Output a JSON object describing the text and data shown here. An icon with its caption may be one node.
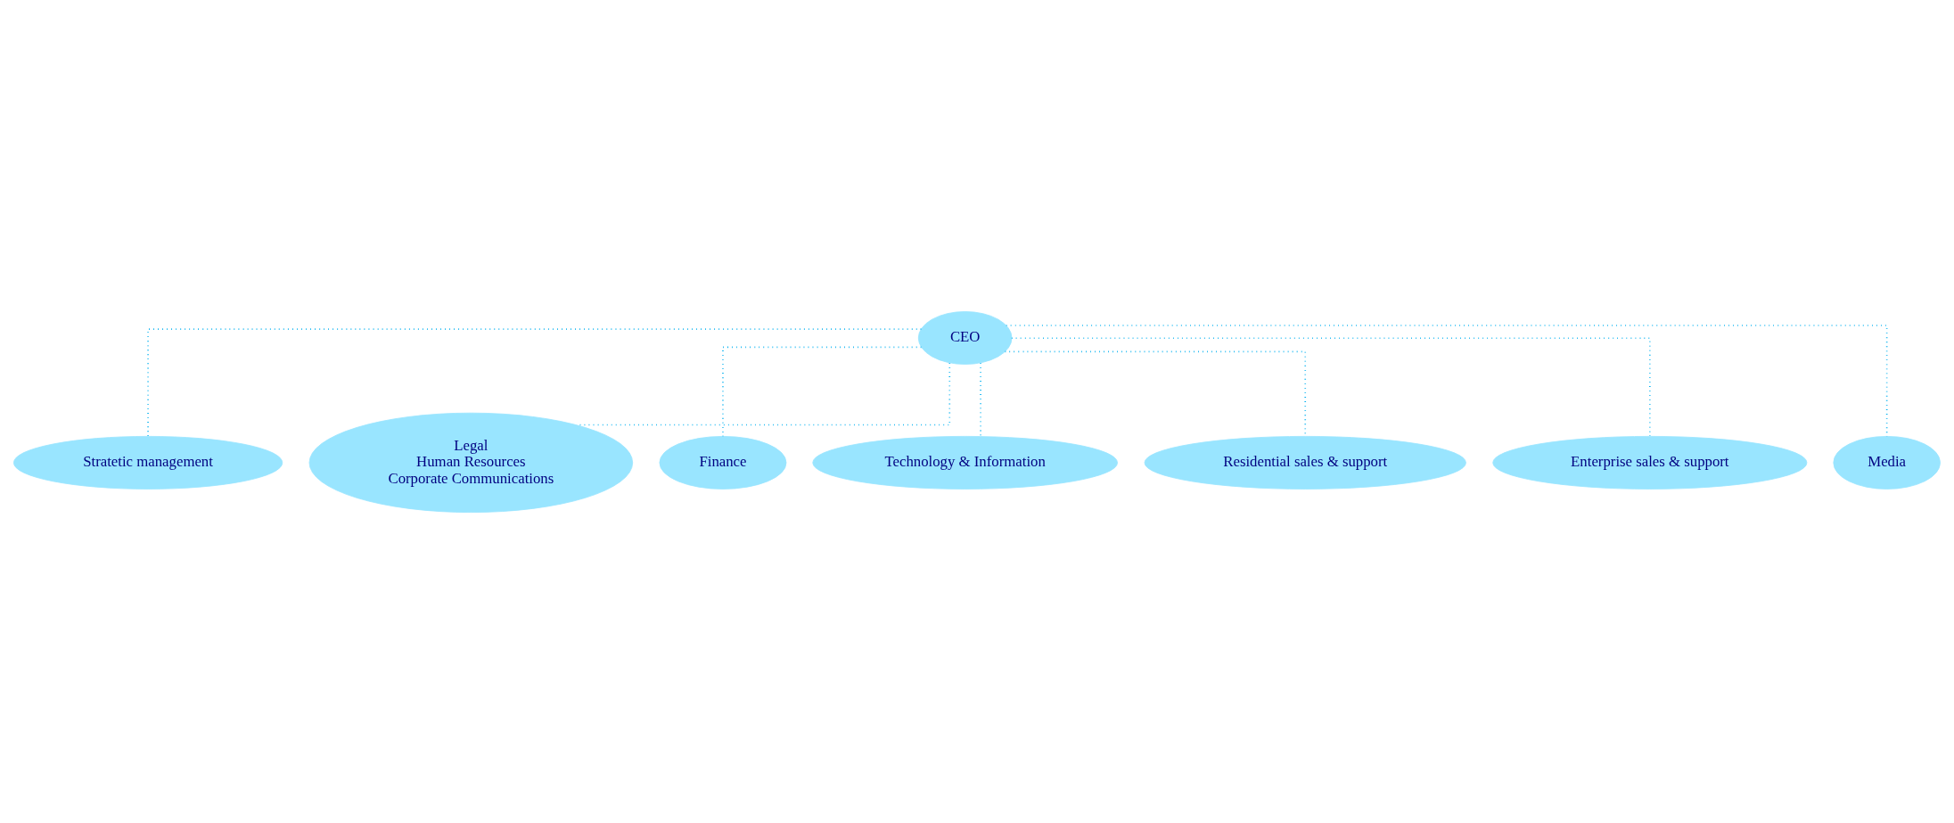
{
  "diagram": {
    "nodes": [
      {
        "text": [
          "CEO"
        ]
      },
      {
        "text": [
          "Stratetic management"
        ]
      },
      {
        "text": [
          "Legal",
          "Human Resources",
          "Corporate Communications"
        ]
      },
      {
        "text": [
          "Finance"
        ]
      },
      {
        "text": [
          "Technology & Information"
        ]
      },
      {
        "text": [
          "Residential sales & support"
        ]
      },
      {
        "text": [
          "Enterprise sales & support"
        ]
      },
      {
        "text": [
          "Media"
        ]
      }
    ],
    "edges": [
      {
        "from": 0,
        "to": 1,
        "arrow": "none",
        "style": "dashed"
      },
      {
        "from": 0,
        "to": 2,
        "arrow": "none",
        "style": "dashed"
      },
      {
        "from": 0,
        "to": 3,
        "arrow": "none",
        "style": "dashed"
      },
      {
        "from": 0,
        "to": 4,
        "arrow": "none",
        "style": "dashed"
      },
      {
        "from": 0,
        "to": 5,
        "arrow": "none",
        "style": "dashed"
      },
      {
        "from": 0,
        "to": 6,
        "arrow": "none",
        "style": "dashed"
      },
      {
        "from": 0,
        "to": 7,
        "arrow": "none",
        "style": "dashed"
      }
    ]
  }
}
